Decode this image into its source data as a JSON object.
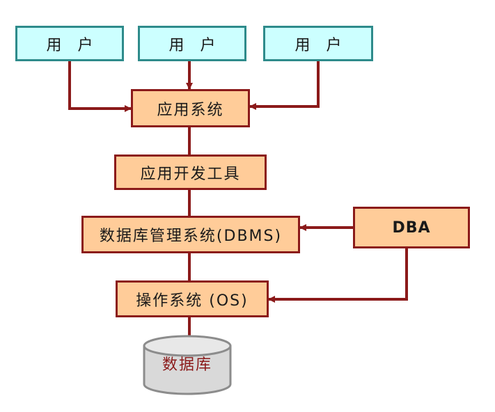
{
  "users": [
    {
      "label": "用 户"
    },
    {
      "label": "用 户"
    },
    {
      "label": "用 户"
    }
  ],
  "layers": {
    "app_system": "应用系统",
    "dev_tools": "应用开发工具",
    "dbms": "数据库管理系统(DBMS)",
    "os": "操作系统 (OS)"
  },
  "dba": "DBA",
  "database": "数据库",
  "colors": {
    "user_fill": "#ccffff",
    "user_border": "#2e8b8b",
    "layer_fill": "#ffcc99",
    "layer_border": "#8b1a1a",
    "connector": "#8b1a1a",
    "db_fill": "#d9d9d9",
    "db_border": "#8c8c8c"
  }
}
